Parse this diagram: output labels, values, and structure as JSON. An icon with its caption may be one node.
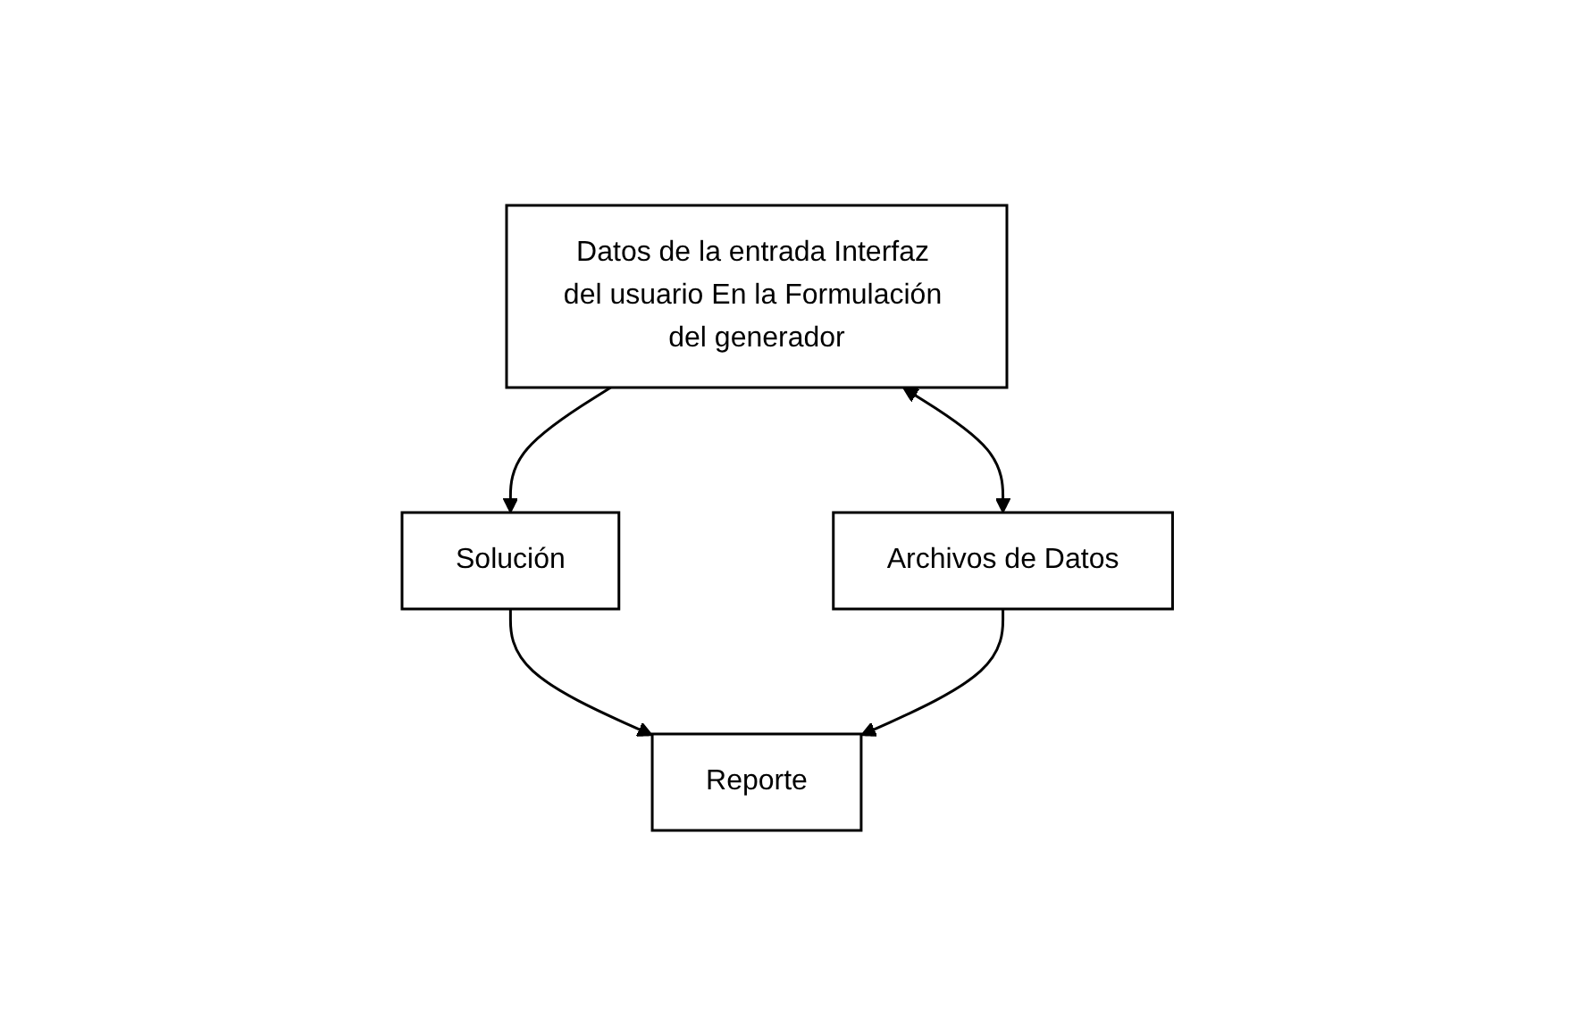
{
  "diagram": {
    "nodes": [
      {
        "text": [
          "Datos de la entrada Interfaz del usuario En la Formulación del generador"
        ]
      },
      {
        "text": [
          "Solución"
        ]
      },
      {
        "text": [
          "Reporte"
        ]
      },
      {
        "text": [
          "Archivos de Datos"
        ]
      }
    ],
    "edges": [
      {
        "from": 0,
        "to": 1,
        "arrow": "to"
      },
      {
        "from": 1,
        "to": 2,
        "arrow": "to"
      },
      {
        "from": 0,
        "to": 3,
        "arrow": "both"
      },
      {
        "from": 3,
        "to": 2,
        "arrow": "to"
      }
    ]
  }
}
